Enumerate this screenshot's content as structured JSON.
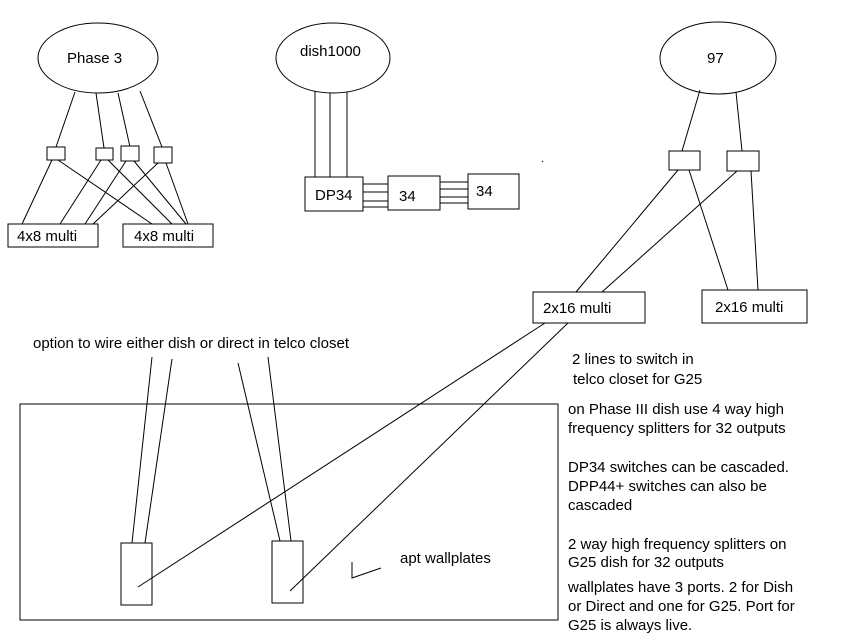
{
  "nodes": {
    "phase3": "Phase 3",
    "dish1000": "dish1000",
    "dish97": "97",
    "dp34": "DP34",
    "sw34a": "34",
    "sw34b": "34",
    "multi_left_1": "4x8 multi",
    "multi_left_2": "4x8 multi",
    "multi_right_1": "2x16 multi",
    "multi_right_2": "2x16 multi"
  },
  "notes": {
    "option": "option to wire either dish or direct in telco closet",
    "apt": "apt wallplates",
    "g25_line1": "2 lines to switch in",
    "g25_line2": "telco closet for G25",
    "phase_line1": "on Phase III dish use 4 way high",
    "phase_line2": "frequency splitters for 32 outputs",
    "dp_line1": "DP34 switches can be cascaded.",
    "dp_line2": "DPP44+ switches can also be",
    "dp_line3": "cascaded",
    "twoway_line1": "2 way high frequency splitters on",
    "twoway_line2": "G25 dish for 32 outputs",
    "wp_line1": "wallplates have 3 ports. 2 for Dish",
    "wp_line2": "or Direct and one for G25. Port for",
    "wp_line3": "G25 is always live."
  }
}
